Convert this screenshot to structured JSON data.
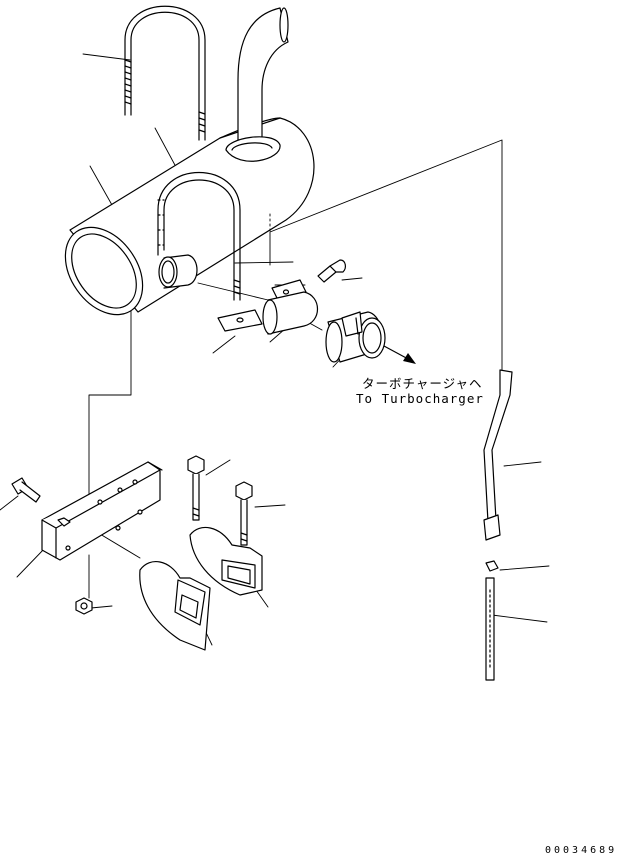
{
  "labels": {
    "to_turbo_jp": "ターボチャージャヘ",
    "to_turbo_en": "To Turbocharger"
  },
  "drawing_ref": "00034689",
  "icons": {
    "arrow": "arrow-right-down-icon"
  }
}
